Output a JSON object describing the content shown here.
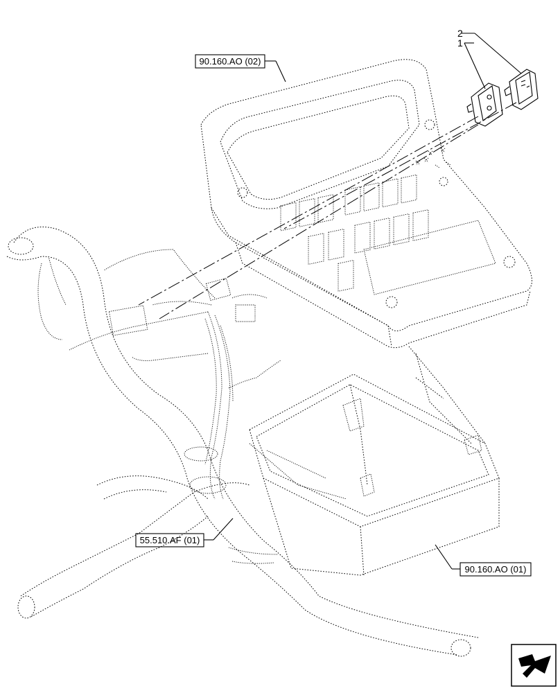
{
  "callouts": {
    "upper_console_ref": "90.160.AO (02)",
    "lower_console_ref": "90.160.AO (01)",
    "harness_ref": "55.510.AF (01)"
  },
  "item_numbers": {
    "item_1": "1",
    "item_2": "2"
  },
  "icons": {
    "navigation": "next-page-arrow-icon"
  }
}
